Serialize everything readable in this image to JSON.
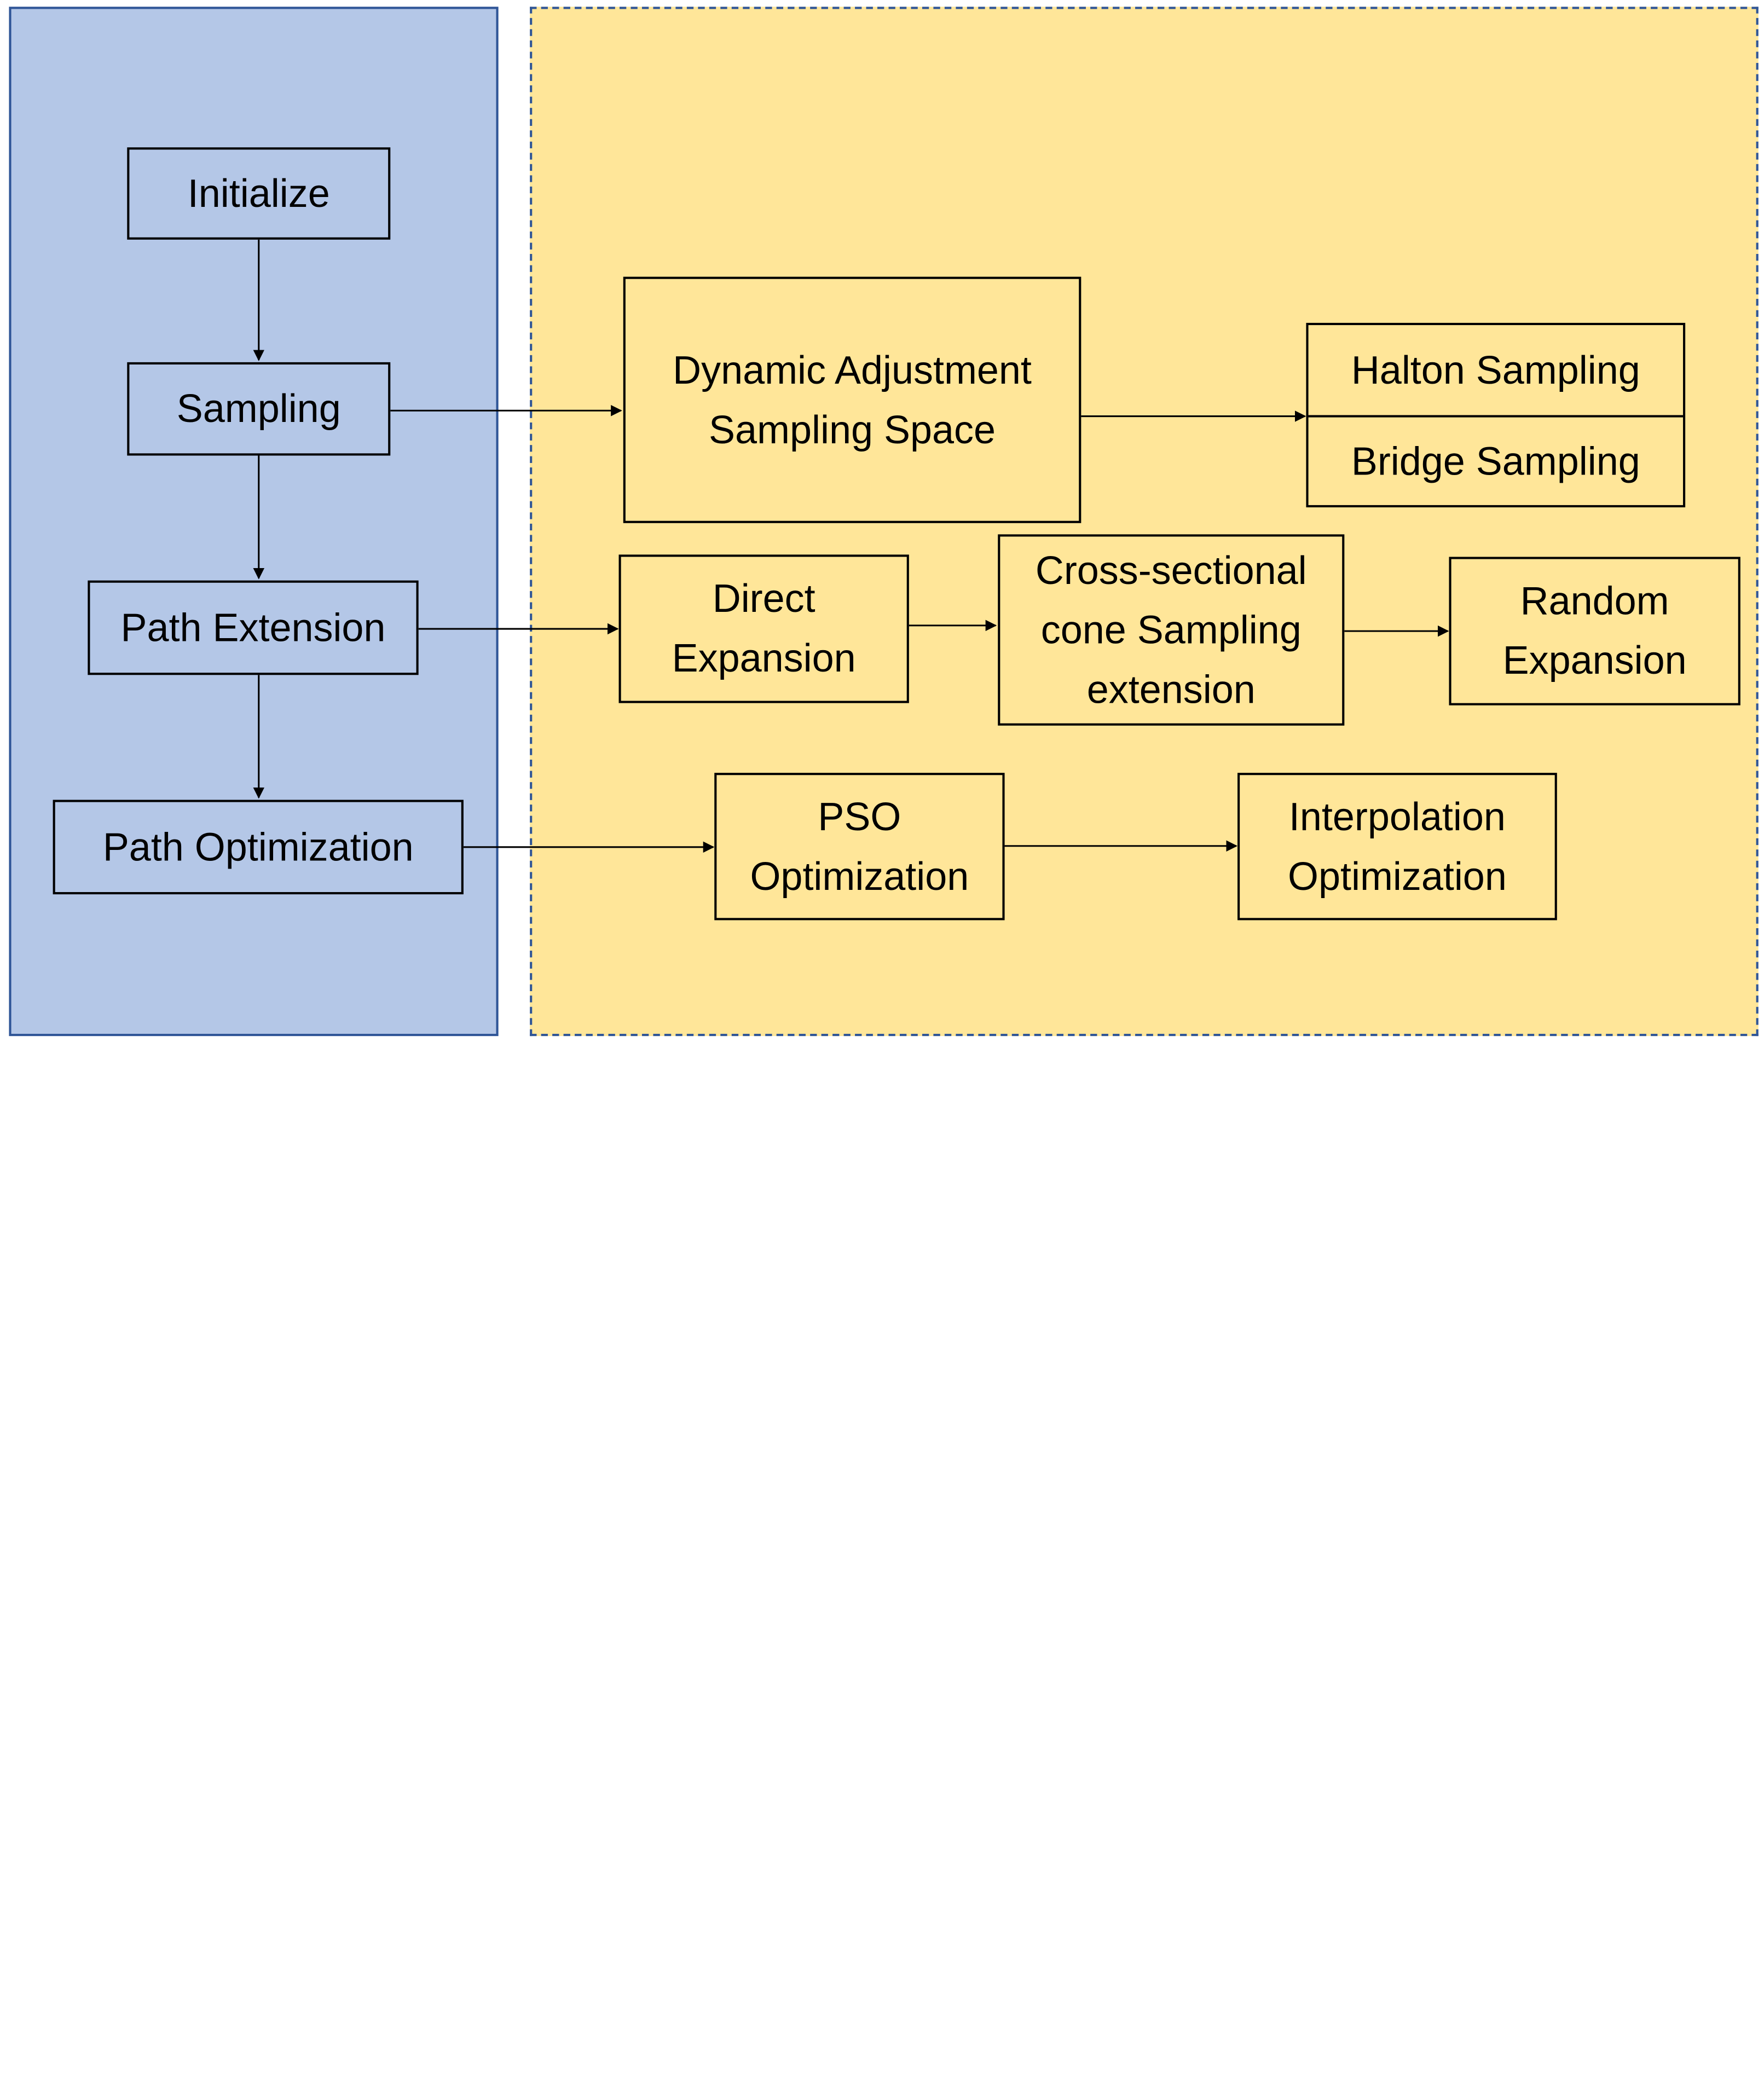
{
  "main_flow": {
    "initialize": "Initialize",
    "sampling": "Sampling",
    "path_extension": "Path Extension",
    "path_optimization": "Path Optimization"
  },
  "sampling_detail": {
    "dynamic_adjustment": [
      "Dynamic Adjustment",
      "Sampling Space"
    ],
    "halton_sampling": "Halton Sampling",
    "bridge_sampling": "Bridge Sampling"
  },
  "extension_detail": {
    "direct_expansion": [
      "Direct",
      "Expansion"
    ],
    "cone_sampling": [
      "Cross-sectional",
      "cone Sampling",
      "extension"
    ],
    "random_expansion": [
      "Random",
      "Expansion"
    ]
  },
  "optimization_detail": {
    "pso_optimization": [
      "PSO",
      "Optimization"
    ],
    "interpolation_optimization": [
      "Interpolation",
      "Optimization"
    ]
  }
}
